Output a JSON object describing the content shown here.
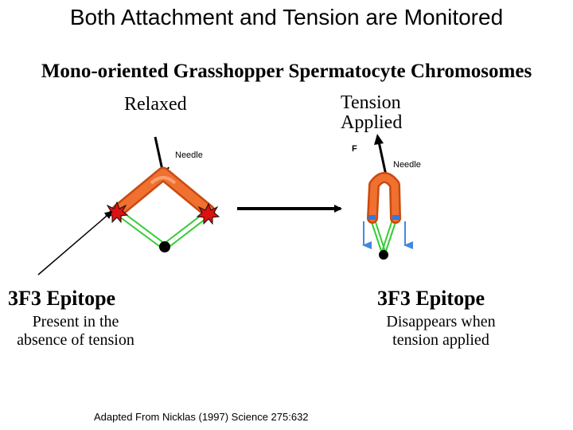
{
  "title": "Both Attachment and Tension are Monitored",
  "subtitle": "Mono-oriented Grasshopper Spermatocyte Chromosomes",
  "left_panel": {
    "condition": "Relaxed",
    "needle_label": "Needle",
    "epitope_heading": "3F3 Epitope",
    "epitope_description_line1": "Present in the",
    "epitope_description_line2": "absence of tension"
  },
  "right_panel": {
    "condition_line1": "Tension",
    "condition_line2": "Applied",
    "force_label": "F",
    "needle_label": "Needle",
    "epitope_heading": "3F3 Epitope",
    "epitope_description_line1": "Disappears when",
    "epitope_description_line2": "tension applied"
  },
  "citation": "Adapted From Nicklas (1997) Science 275:632",
  "colors": {
    "chromosome": "#f07030",
    "chromosome_dark": "#c84a10",
    "spindle": "#33cc33",
    "epitope": "#dd1111",
    "kinetochore_blue": "#3377dd",
    "force_arrow": "#4488dd",
    "text": "#000000"
  }
}
